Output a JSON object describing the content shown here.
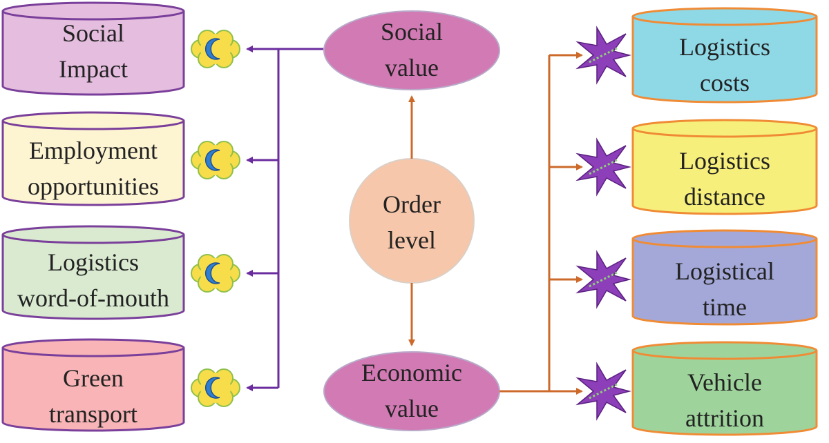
{
  "center": {
    "line1": "Order",
    "line2": "level"
  },
  "social_value": {
    "line1": "Social",
    "line2": "value"
  },
  "economic_value": {
    "line1": "Economic",
    "line2": "value"
  },
  "social_items": [
    {
      "line1": "Social",
      "line2": "Impact"
    },
    {
      "line1": "Employment",
      "line2": "opportunities"
    },
    {
      "line1": "Logistics",
      "line2": "word-of-mouth"
    },
    {
      "line1": "Green",
      "line2": "transport"
    }
  ],
  "economic_items": [
    {
      "line1": "Logistics",
      "line2": "costs"
    },
    {
      "line1": "Logistics",
      "line2": "distance"
    },
    {
      "line1": "Logistical",
      "line2": "time"
    },
    {
      "line1": "Vehicle",
      "line2": "attrition"
    }
  ],
  "colors": {
    "social_connector": "#6a2c9e",
    "economic_connector": "#cc6a2b",
    "value_node": "#d27ab4",
    "center_node": "#f6c7aa",
    "social_items_fill": [
      "#e5bddf",
      "#fdf4d2",
      "#d9ead0",
      "#f8b4b6"
    ],
    "economic_items_fill": [
      "#8fd8e6",
      "#f7ef7b",
      "#a4a8d8",
      "#9ed49c"
    ],
    "social_items_border": "#7a3f9a",
    "economic_items_border": "#f08b35",
    "cloud_icon": "#f8dd4a",
    "star_icon": "#8c3fb8"
  },
  "icons": {
    "social_item_icon": "cloud-moon-icon",
    "economic_item_icon": "star-burst-icon"
  }
}
